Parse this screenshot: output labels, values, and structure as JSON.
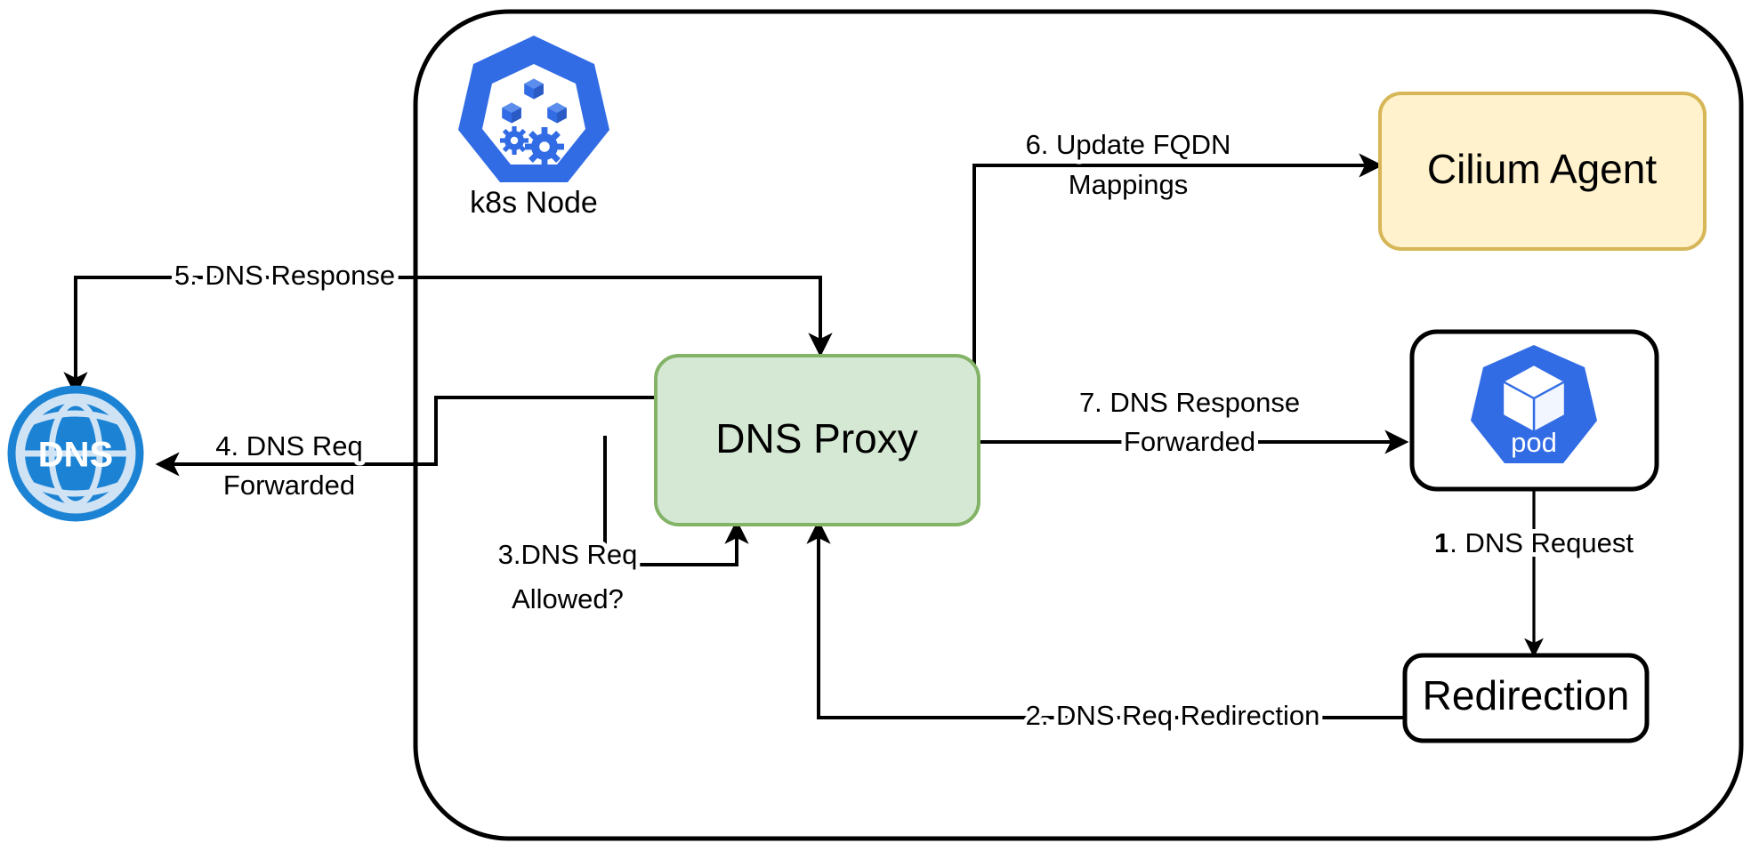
{
  "diagram": {
    "title": "Cilium DNS Proxy FQDN policy flow",
    "colors": {
      "proxy_fill": "#d5e8d4",
      "proxy_stroke": "#82b366",
      "agent_fill": "#fff2cc",
      "agent_stroke": "#d6b656",
      "k8s_blue": "#326ce5",
      "dns_blue": "#1c83d4",
      "dns_light": "#cfe3f5",
      "line": "#000000",
      "box_fill": "#ffffff"
    },
    "container": {
      "name": "k8s-node-boundary"
    },
    "nodes": {
      "k8s_node": {
        "label": "k8s Node",
        "icon": "kubernetes-node-icon"
      },
      "dns_server": {
        "label": "DNS",
        "icon": "dns-globe-icon"
      },
      "dns_proxy": {
        "label": "DNS Proxy"
      },
      "cilium_agent": {
        "label": "Cilium Agent"
      },
      "pod": {
        "label": "pod",
        "icon": "kubernetes-pod-icon"
      },
      "redirection": {
        "label": "Redirection"
      }
    },
    "edges": [
      {
        "id": "step1",
        "num": "1",
        "num_bold": true,
        "label": ". DNS Request",
        "full": "1. DNS Request",
        "from": "pod",
        "to": "redirection"
      },
      {
        "id": "step2",
        "label": "2. DNS Req Redirection",
        "from": "redirection",
        "to": "dns-proxy"
      },
      {
        "id": "step3",
        "line1": "3.DNS Req",
        "line2": "Allowed?",
        "full": "3.DNS Req Allowed?",
        "from": "policy",
        "to": "dns-proxy"
      },
      {
        "id": "step4",
        "line1": "4. DNS Req",
        "line2": "Forwarded",
        "full": "4. DNS Req Forwarded",
        "from": "dns-proxy",
        "to": "dns-server"
      },
      {
        "id": "step5",
        "label": "5. DNS Response",
        "from": "dns-server",
        "to": "dns-proxy"
      },
      {
        "id": "step6",
        "line1": "6. Update FQDN",
        "line2": "Mappings",
        "full": "6. Update FQDN Mappings",
        "from": "dns-proxy",
        "to": "cilium-agent"
      },
      {
        "id": "step7",
        "line1": "7. DNS Response",
        "line2": "Forwarded",
        "full": "7. DNS Response Forwarded",
        "from": "dns-proxy",
        "to": "pod"
      }
    ]
  }
}
